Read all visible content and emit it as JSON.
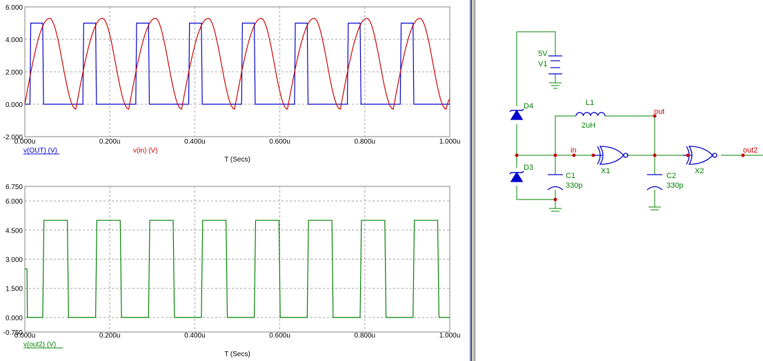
{
  "chart_data": [
    {
      "type": "line",
      "xlabel": "T (Secs)",
      "xlim": [
        0,
        1.0
      ],
      "ylim": [
        -2.0,
        6.0
      ],
      "x_ticks": [
        "0.000u",
        "0.200u",
        "0.400u",
        "0.600u",
        "0.800u",
        "1.000u"
      ],
      "y_ticks": [
        "-2.000",
        "0.000",
        "2.000",
        "4.000",
        "6.000"
      ],
      "grid": true,
      "period_us": 0.1245,
      "series": [
        {
          "name": "v(OUT) (V)",
          "color": "#0000cc",
          "shape": "square",
          "high_v": 5.0,
          "low_v": 0.0,
          "rise_times_us": [
            0.012,
            0.1365,
            0.261,
            0.3855,
            0.51,
            0.6345,
            0.759,
            0.8835,
            1.0
          ],
          "fall_times_us": [
            0.042,
            0.1665,
            0.291,
            0.4155,
            0.54,
            0.6645,
            0.789,
            0.9135
          ]
        },
        {
          "name": "v(in) (V)",
          "color": "#cc0000",
          "shape": "rc-oscillation",
          "max_v": 5.3,
          "min_v": -0.3,
          "peak_times_us": [
            0.058,
            0.1825,
            0.307,
            0.4315,
            0.556,
            0.6805,
            0.805,
            0.9295
          ],
          "trough_times_us": [
            0.12,
            0.2445,
            0.369,
            0.4935,
            0.618,
            0.7425,
            0.867,
            0.9915
          ]
        }
      ]
    },
    {
      "type": "line",
      "xlabel": "T (Secs)",
      "xlim": [
        0,
        1.0
      ],
      "ylim": [
        -0.75,
        6.75
      ],
      "x_ticks": [
        "0.000u",
        "0.200u",
        "0.400u",
        "0.600u",
        "0.800u",
        "1.000u"
      ],
      "y_ticks": [
        "-0.750",
        "0.000",
        "1.500",
        "3.000",
        "4.500",
        "6.000",
        "6.750"
      ],
      "grid": true,
      "series": [
        {
          "name": "v(out2) (V)",
          "color": "#008000",
          "shape": "square",
          "high_v": 5.0,
          "low_v": 0.0,
          "initial_v": 2.5,
          "high_intervals_us": [
            [
              0.042,
              0.1
            ],
            [
              0.1665,
              0.2245
            ],
            [
              0.291,
              0.349
            ],
            [
              0.4155,
              0.4735
            ],
            [
              0.54,
              0.598
            ],
            [
              0.6645,
              0.7225
            ],
            [
              0.789,
              0.847
            ],
            [
              0.9135,
              0.9715
            ]
          ]
        }
      ]
    }
  ],
  "schematic": {
    "labels": {
      "v1_value": "5V",
      "v1_name": "V1",
      "d4": "D4",
      "d3": "D3",
      "l1_name": "L1",
      "l1_value": "2uH",
      "net_out": "out",
      "net_in": "in",
      "c1_name": "C1",
      "c1_value": "330p",
      "x1": "X1",
      "c2_name": "C2",
      "c2_value": "330p",
      "x2": "X2",
      "net_out2": "out2"
    },
    "colors": {
      "wire": "#008000",
      "component": "#0000cc",
      "node": "#cc0000",
      "text": "#008000"
    }
  }
}
